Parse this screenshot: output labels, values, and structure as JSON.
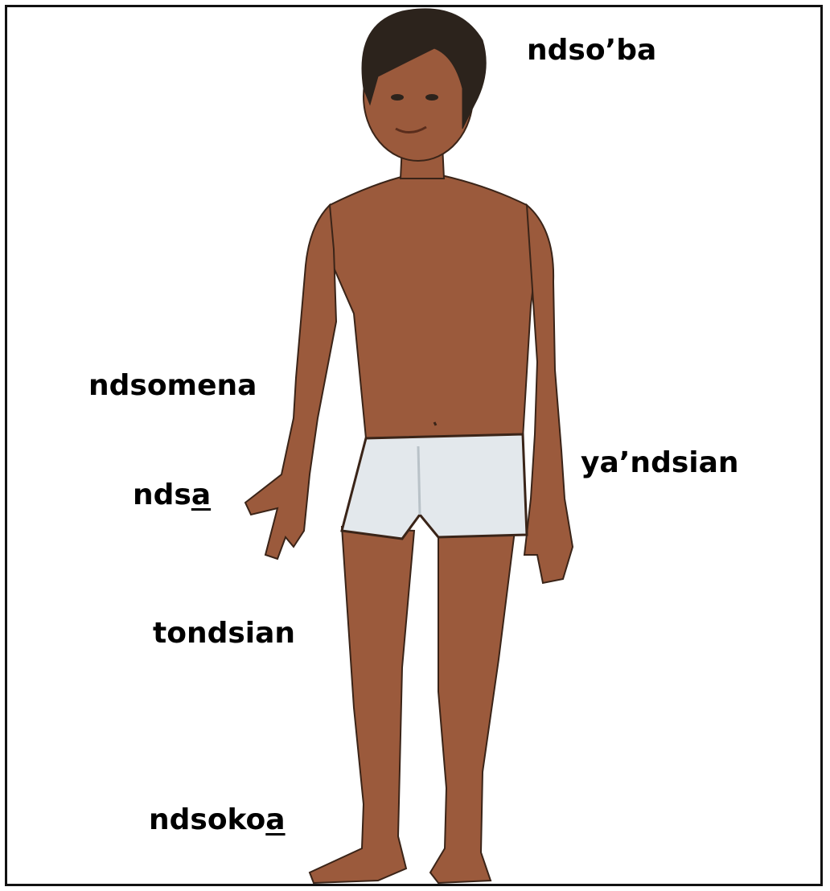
{
  "colors": {
    "skin": "#9b5a3c",
    "skin_shadow": "#7a4129",
    "hair": "#2c231c",
    "shorts": "#e3e8ec",
    "outline": "#3a2418"
  },
  "labels": {
    "head": {
      "text": "ndso’ba",
      "underlined": ""
    },
    "arm": {
      "text": "ndsomena",
      "underlined": ""
    },
    "hand": {
      "text": "nds",
      "underlined": "a"
    },
    "hip": {
      "text": "ya’ndsian",
      "underlined": ""
    },
    "leg": {
      "text": "tondsian",
      "underlined": ""
    },
    "foot": {
      "text": "ndsoko",
      "underlined": "a"
    }
  }
}
